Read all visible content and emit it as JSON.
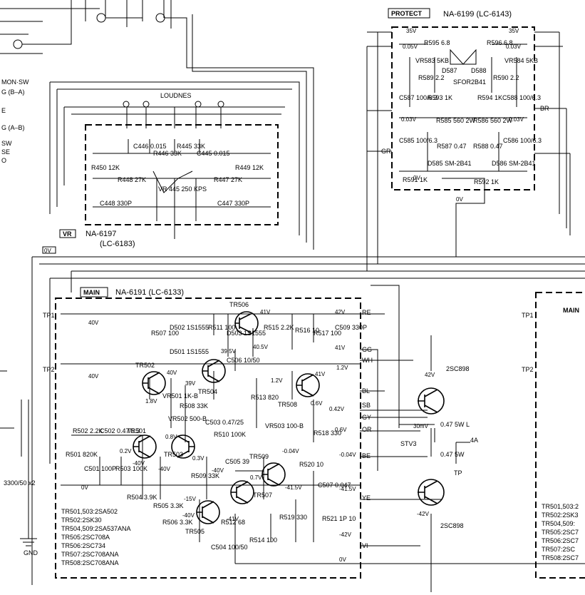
{
  "protect": {
    "title": "PROTECT",
    "model": "NA-6199 (LC-6143)"
  },
  "vr": {
    "title": "VR",
    "model": "NA-6197",
    "lc": "(LC-6183)"
  },
  "main": {
    "title": "MAIN",
    "model": "NA-6191 (LC-6133)",
    "title_right": "MAIN"
  },
  "ref_zero": "0V",
  "left_labels": [
    "MON·SW",
    "G (B–A)",
    "E",
    "G (A–B)",
    "SW",
    "SE",
    "O"
  ],
  "loudness": "LOUDNES",
  "vr_parts": [
    "C446 0.015",
    "R446 33K",
    "R445 33K",
    "C445 0.015",
    "R450 12K",
    "R448 27K",
    "R447 27K",
    "R449 12K",
    "VR 445 250 KPS",
    "C448 330P",
    "C447 330P"
  ],
  "protect_parts": [
    "R595 6.8",
    "R596 6.8",
    "VR583 5KB",
    "VR584 5KB",
    "R589 2.2",
    "R590 2.2",
    "D587",
    "D588",
    "SFOR2B41",
    "C587 100/6.3",
    "R593 1K",
    "R594 1K",
    "C588 100/6.3",
    "R585 560 2W",
    "R586 560 2W",
    "C585 100/6.3",
    "C586 100/6.3",
    "R587 0.47",
    "R588 0.47",
    "D585 SM-2B41",
    "D586 SM-2B41",
    "R591 1K",
    "R592 1K"
  ],
  "protect_voltages": [
    "35V",
    "35V",
    "0.05V",
    "0.03V",
    "0.03V",
    "0.03V",
    "0V",
    "0V"
  ],
  "main_parts": [
    "TR506",
    "TR502",
    "TR504",
    "TR508",
    "TR501",
    "TR503",
    "TR509",
    "TR507",
    "TR505",
    "R507 100",
    "D502 1S1555",
    "D501 1S1555",
    "R511 100",
    "D503 1S1555",
    "R515 2.2K",
    "C506 10/50",
    "R516 10",
    "R517 100",
    "C509 330P",
    "VR501 1K-B",
    "R508 33K",
    "R513 820",
    "VR503 100-B",
    "R518 330",
    "R502 2.2K",
    "C502 0.47/6.3",
    "VR502 500-B",
    "C503 0.47/25",
    "R510 100K",
    "R501 820K",
    "C501 100P",
    "R503 100K",
    "R509 33K",
    "C505 39",
    "R520 10",
    "C507 0.047",
    "R504 3.9K",
    "R505 3.3K",
    "R506 3.3K",
    "R512 68",
    "C504 100/50",
    "R514 100",
    "R519 330",
    "R521 1P 10",
    "STV3",
    "0.47 5W",
    "0.47 5W",
    "2SC898",
    "2SC898",
    "3300/50 x2"
  ],
  "main_voltages": [
    "40V",
    "41V",
    "39.5V",
    "40.5V",
    "42V",
    "41V",
    "40V",
    "39V",
    "1.2V",
    "1.2V",
    "41V",
    "0.6V",
    "0.6V",
    "0.42V",
    "1.8V",
    "0.8V",
    "0.2V",
    "0.3V",
    "-40V",
    "-40V",
    "-40V",
    "-0.04V",
    "-0.04V",
    "0.7V",
    "-41.5V",
    "-41.5V",
    "-15V",
    "-40V",
    "-41V",
    "-42V",
    "0V",
    "0V",
    "30mV",
    "42V",
    "-42V",
    "40V"
  ],
  "terminals": [
    "RE",
    "GG",
    "WH",
    "BL",
    "SB",
    "GY",
    "OR",
    "BE",
    "YE",
    "VI",
    "BR",
    "GR"
  ],
  "tp": [
    "TP1",
    "TP2",
    "TP"
  ],
  "fuse": {
    "label": "L",
    "rating": "4A"
  },
  "gnd": "GND",
  "transistor_list": [
    "TR501,503:2SA502",
    "TR502:2SK30",
    "TR504,509:2SA537ANA",
    "TR505:2SC708A",
    "TR506:2SC734",
    "TR507:2SC708ANA",
    "TR508:2SC708ANA"
  ],
  "transistor_list_right": [
    "TR501,503:2",
    "TR502:2SK3",
    "TR504,509:",
    "TR505:2SC7",
    "TR506:2SC7",
    "TR507:2SC",
    "TR508:2SC7"
  ]
}
